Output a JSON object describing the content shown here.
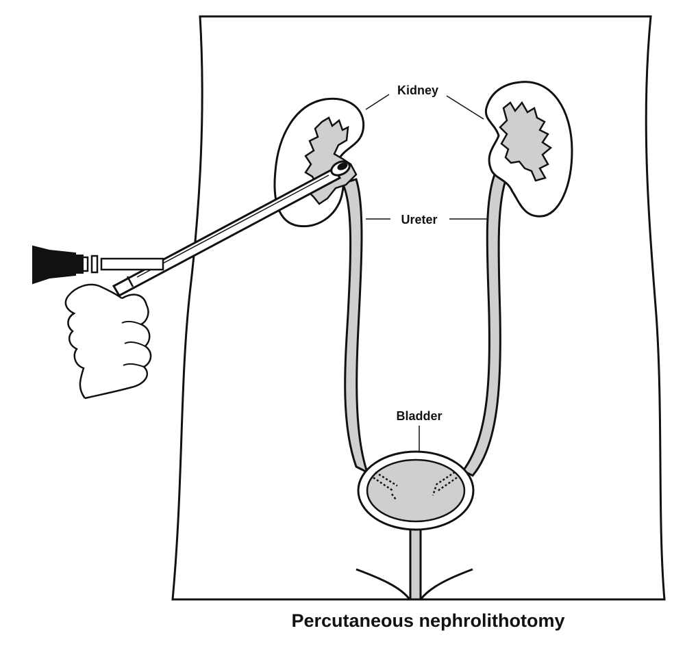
{
  "labels": {
    "kidney": "Kidney",
    "ureter": "Ureter",
    "bladder": "Bladder"
  },
  "caption": "Percutaneous nephrolithotomy",
  "colors": {
    "outline": "#111111",
    "organ_fill": "#cfcfcf",
    "background": "#ffffff"
  }
}
